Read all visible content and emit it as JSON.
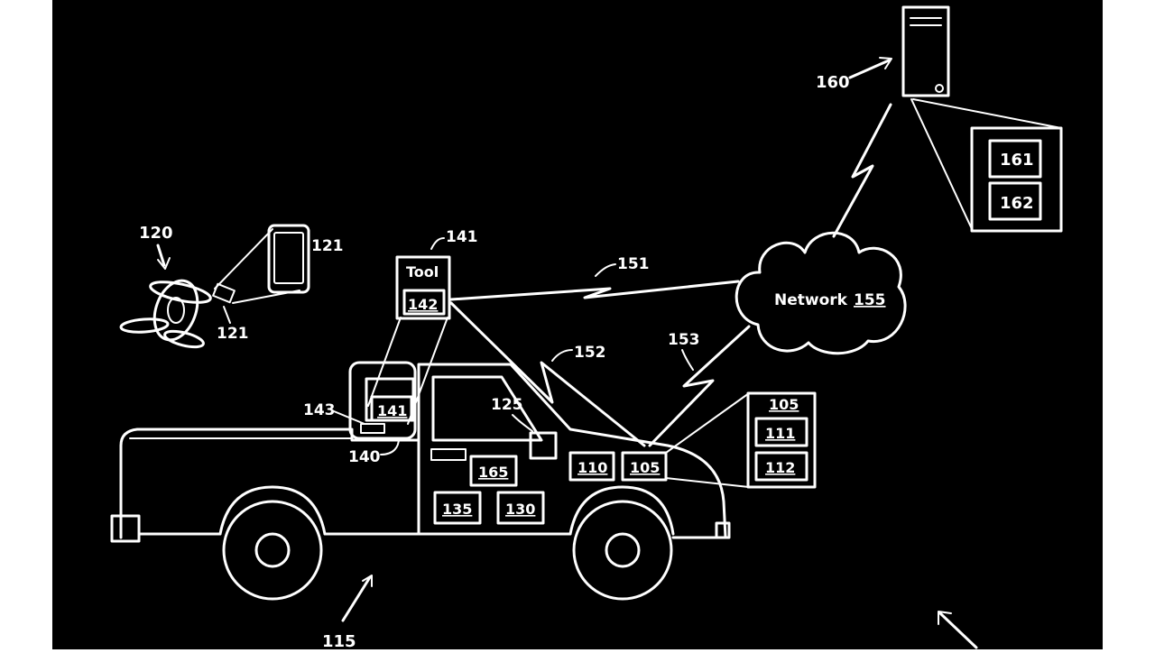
{
  "colors": {
    "background": "#000000",
    "margin": "#ffffff",
    "line": "#ffffff"
  },
  "labels": {
    "server": "160",
    "server_mod_a": "161",
    "server_mod_b": "162",
    "drone": "120",
    "phone": "121",
    "drone_part": "121",
    "tool_ref": "141",
    "tool_title": "Tool",
    "tool_module": "142",
    "link_tool_network": "151",
    "link_tool_truck": "152",
    "link_truck_network": "153",
    "network_name": "Network",
    "network_ref": "155",
    "cab_item": "143",
    "cab_box": "141",
    "mount": "140",
    "sensor": "125",
    "box_165": "165",
    "box_135": "135",
    "box_130": "130",
    "box_110": "110",
    "box_105": "105",
    "panel_title": "105",
    "panel_item_a": "111",
    "panel_item_b": "112",
    "vehicle": "115"
  }
}
